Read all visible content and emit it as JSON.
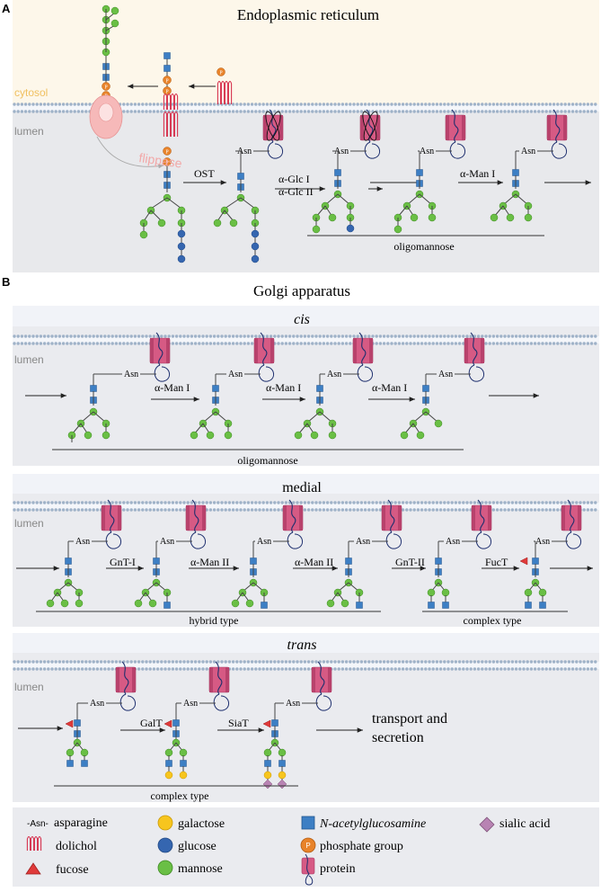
{
  "panels": {
    "a": {
      "letter": "A",
      "title": "Endoplasmic reticulum",
      "cytosol_label": "cytosol",
      "lumen_label": "lumen",
      "flippase_label": "flippase",
      "enzymes": [
        "OST",
        "α-Glc I",
        "α-Glc II",
        "α-Man I"
      ],
      "group_label": "oligomannose",
      "asn_label": "Asn"
    },
    "b": {
      "letter": "B",
      "title": "Golgi apparatus",
      "cis": {
        "label": "cis",
        "lumen_label": "lumen",
        "enzymes": [
          "α-Man I",
          "α-Man I",
          "α-Man I"
        ],
        "group_label": "oligomannose"
      },
      "medial": {
        "label": "medial",
        "lumen_label": "lumen",
        "enzymes": [
          "GnT-I",
          "α-Man II",
          "α-Man II",
          "GnT-II",
          "FucT"
        ],
        "group_labels": [
          "hybrid type",
          "complex type"
        ]
      },
      "trans": {
        "label": "trans",
        "lumen_label": "lumen",
        "enzymes": [
          "GalT",
          "SiaT"
        ],
        "group_label": "complex type",
        "end_text": [
          "transport and",
          "secretion"
        ]
      }
    }
  },
  "legend": {
    "asn": {
      "symbol": "-Asn-",
      "label": "asparagine"
    },
    "dolichol": "dolichol",
    "fucose": "fucose",
    "galactose": "galactose",
    "glucose": "glucose",
    "mannose": "mannose",
    "glcnac": "N-acetylglucosamine",
    "phosphate": "phosphate group",
    "phosphate_symbol": "P",
    "protein": "protein",
    "sialic": "sialic acid"
  },
  "colors": {
    "mannose": "#6abf45",
    "glcnac": "#3d7fc4",
    "glucose": "#3566b0",
    "galactose": "#f7c51e",
    "fucose": "#e03a3a",
    "sialic": "#b883b3",
    "phosphate": "#e8832a",
    "dolichol": "#d6334f",
    "protein": "#d65a84",
    "cytosol_bg": "#fdf7ea",
    "lumen_bg": "#e8e9ec",
    "membrane": "#9fb2c8"
  },
  "icons": [
    "arrow-icon",
    "mannose-icon",
    "glcnac-icon",
    "glucose-icon",
    "galactose-icon",
    "fucose-icon",
    "sialic-acid-icon",
    "phosphate-icon",
    "dolichol-icon",
    "protein-icon",
    "flippase-icon"
  ]
}
